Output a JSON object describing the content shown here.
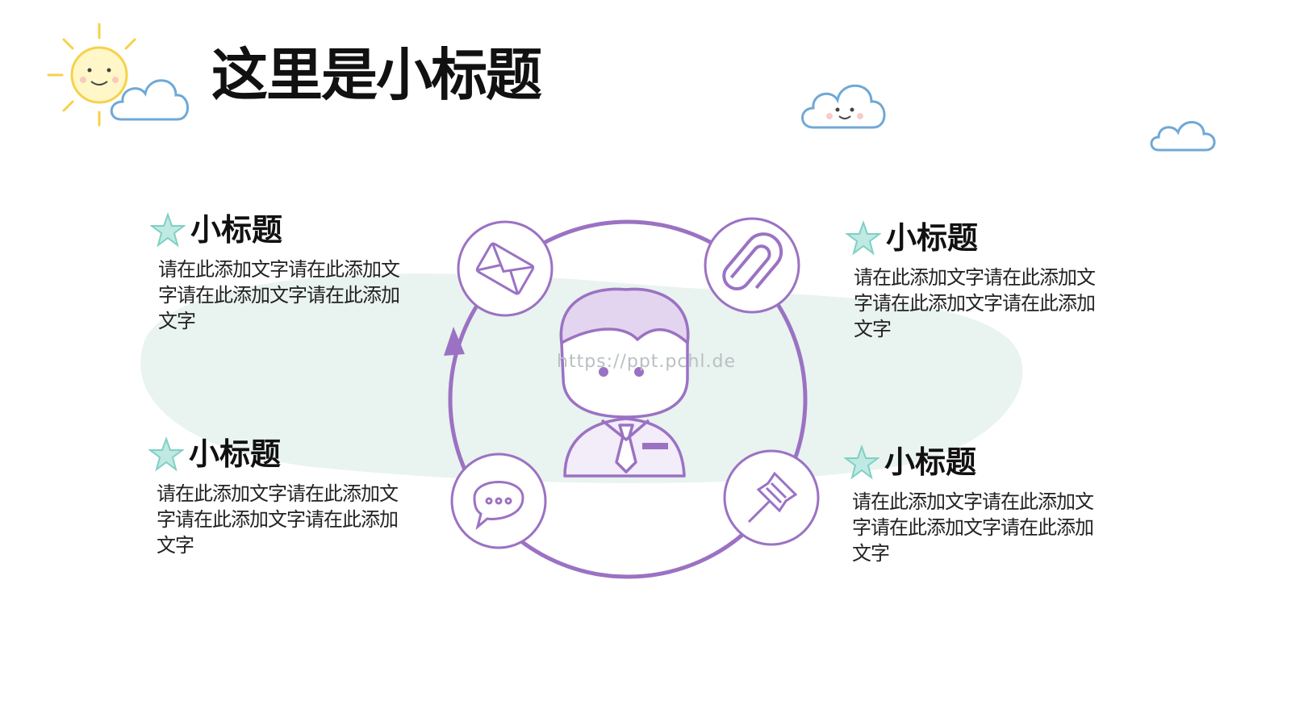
{
  "slide": {
    "title": "这里是小标题",
    "watermark": "https://ppt.pchl.de"
  },
  "blocks": [
    {
      "title": "小标题",
      "text": "请在此添加文字请在此添加文字请在此添加文字请在此添加文字"
    },
    {
      "title": "小标题",
      "text": "请在此添加文字请在此添加文字请在此添加文字请在此添加文字"
    },
    {
      "title": "小标题",
      "text": "请在此添加文字请在此添加文字请在此添加文字请在此添加文字"
    },
    {
      "title": "小标题",
      "text": "请在此添加文字请在此添加文字请在此添加文字请在此添加文字"
    }
  ],
  "icons": {
    "top_left": "envelope-icon",
    "top_right": "paperclip-icon",
    "bottom_left": "speech-bubble-icon",
    "bottom_right": "pushpin-icon",
    "center": "person-icon",
    "bullet": "star-icon"
  },
  "colors": {
    "accent": "#9b72c3",
    "sun": "#f6d64a",
    "cloud": "#6fa8d6",
    "star": "#7fd0c4",
    "wash": "#e8f2ee"
  }
}
